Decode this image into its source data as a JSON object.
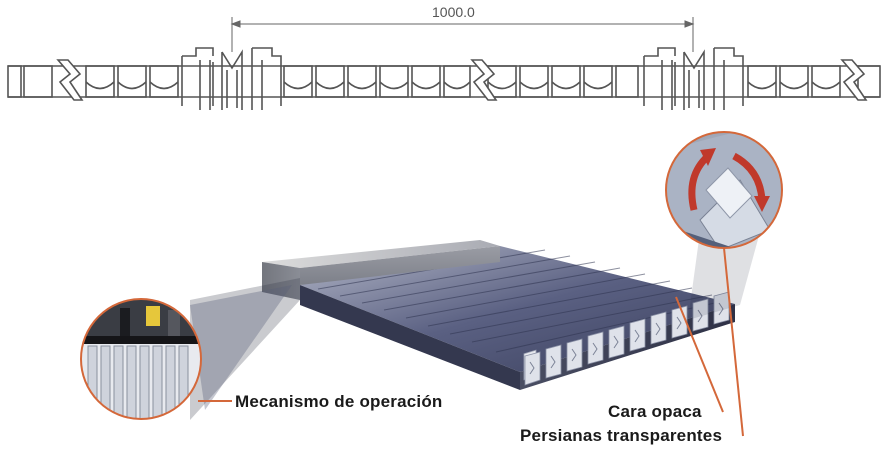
{
  "dimension": {
    "value": "1000.0"
  },
  "labels": {
    "mechanism": "Mecanismo de operación",
    "opaque_face": "Cara opaca",
    "transparent_blinds": "Persianas transparentes"
  },
  "colors": {
    "callout_line": "#d4683a",
    "profile_stroke": "#555555",
    "panel_dark": "#3f4566",
    "panel_light": "#c9ccd8",
    "arrow_red": "#c0392b"
  }
}
